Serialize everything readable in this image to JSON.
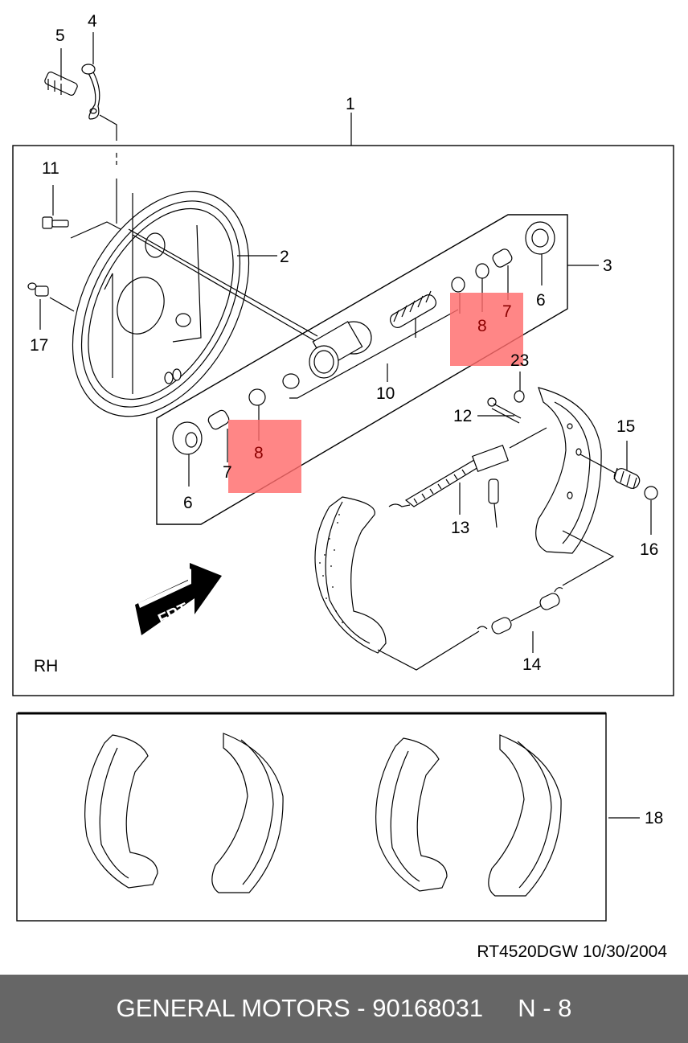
{
  "diagram": {
    "title": "Rear brake drum assembly exploded view",
    "side_label": "RH",
    "direction_arrow_label": "FRT",
    "callouts": [
      {
        "id": "c1",
        "label": "1"
      },
      {
        "id": "c2",
        "label": "2"
      },
      {
        "id": "c3",
        "label": "3"
      },
      {
        "id": "c4",
        "label": "4"
      },
      {
        "id": "c5",
        "label": "5"
      },
      {
        "id": "c6a",
        "label": "6"
      },
      {
        "id": "c6b",
        "label": "6"
      },
      {
        "id": "c7a",
        "label": "7"
      },
      {
        "id": "c7b",
        "label": "7"
      },
      {
        "id": "c8a",
        "label": "8"
      },
      {
        "id": "c8b",
        "label": "8"
      },
      {
        "id": "c10",
        "label": "10"
      },
      {
        "id": "c11",
        "label": "11"
      },
      {
        "id": "c12",
        "label": "12"
      },
      {
        "id": "c13",
        "label": "13"
      },
      {
        "id": "c14",
        "label": "14"
      },
      {
        "id": "c15",
        "label": "15"
      },
      {
        "id": "c16",
        "label": "16"
      },
      {
        "id": "c17",
        "label": "17"
      },
      {
        "id": "c18",
        "label": "18"
      },
      {
        "id": "c23",
        "label": "23"
      }
    ],
    "highlight_color": "#ff6b6b",
    "highlighted_part": "8"
  },
  "footer": {
    "reference": "RT4520DGW  10/30/2004",
    "bar_text": "GENERAL MOTORS - 90168031     N - 8",
    "bar_color": "#666666"
  }
}
